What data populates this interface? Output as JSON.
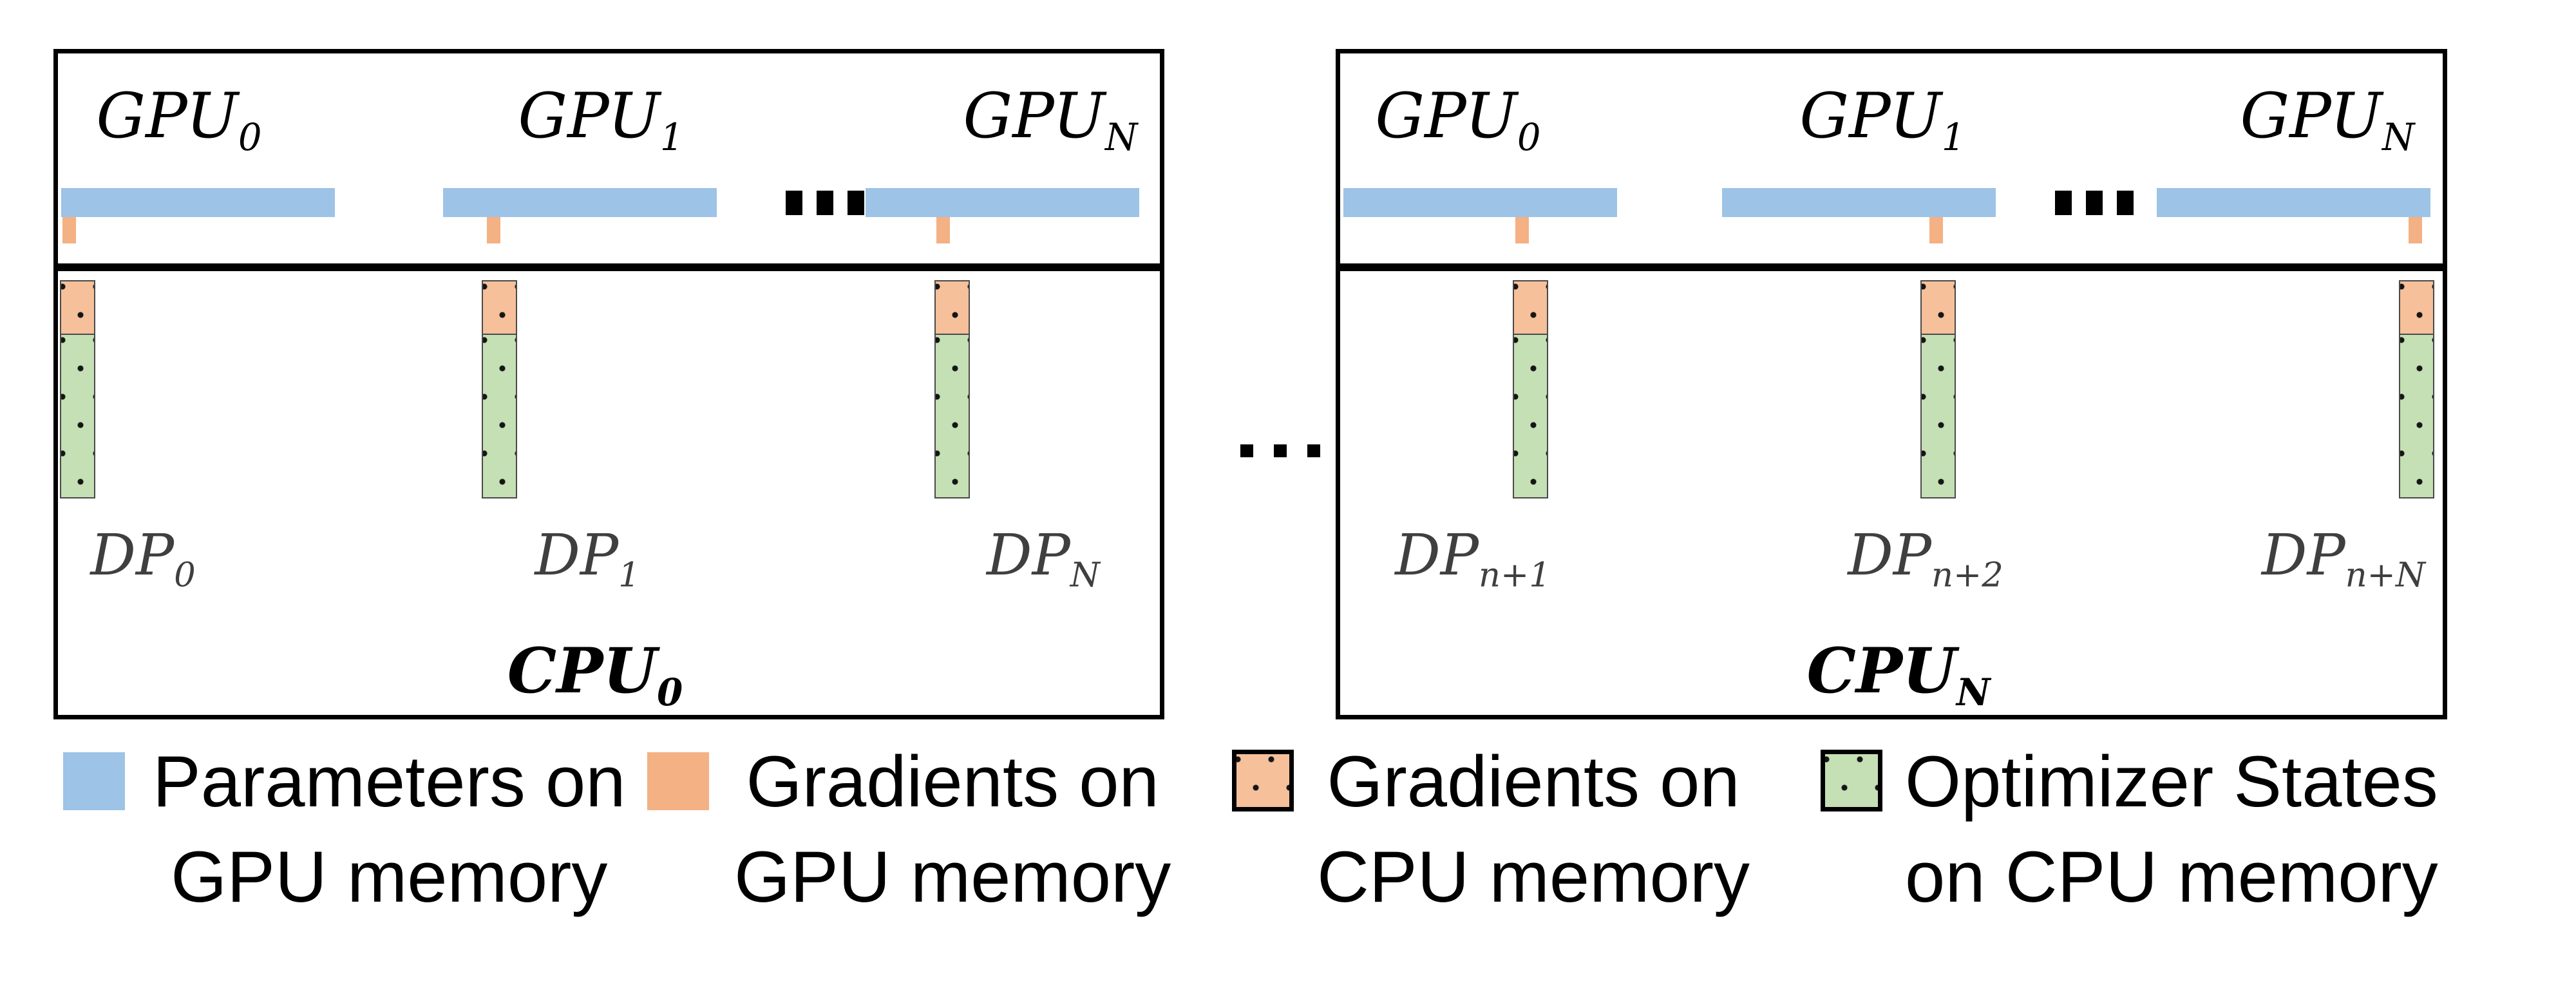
{
  "figure": {
    "description_title": "Data-parallel GPU/CPU memory layout diagram",
    "separators": {
      "between_gpu_bars": "...",
      "between_nodes": "..."
    }
  },
  "colors": {
    "parameters_blue": "#9DC3E6",
    "gradients_gpu_orange": "#F4B183",
    "gradients_cpu_orange_dotted": "#F5C09A",
    "optimizer_states_green_dotted": "#C5E0B4",
    "dp_label_gray": "#3F3F3F",
    "line_black": "#000000"
  },
  "nodes": [
    {
      "cpu": {
        "base": "CPU",
        "sub": "0"
      },
      "gpus": [
        {
          "base": "GPU",
          "sub": "0"
        },
        {
          "base": "GPU",
          "sub": "1"
        },
        {
          "base": "GPU",
          "sub": "N"
        }
      ],
      "dps": [
        {
          "base": "DP",
          "sub": "0"
        },
        {
          "base": "DP",
          "sub": "1"
        },
        {
          "base": "DP",
          "sub": "N"
        }
      ]
    },
    {
      "cpu": {
        "base": "CPU",
        "sub": "N"
      },
      "gpus": [
        {
          "base": "GPU",
          "sub": "0"
        },
        {
          "base": "GPU",
          "sub": "1"
        },
        {
          "base": "GPU",
          "sub": "N"
        }
      ],
      "dps": [
        {
          "base": "DP",
          "sub": "n+1"
        },
        {
          "base": "DP",
          "sub": "n+2"
        },
        {
          "base": "DP",
          "sub": "n+N"
        }
      ]
    }
  ],
  "legend": {
    "items": [
      {
        "line1": "Parameters on",
        "line2": "GPU memory"
      },
      {
        "line1": "Gradients on",
        "line2": "GPU memory"
      },
      {
        "line1": "Gradients on",
        "line2": "CPU memory"
      },
      {
        "line1": "Optimizer States",
        "line2": "on CPU memory"
      }
    ]
  }
}
